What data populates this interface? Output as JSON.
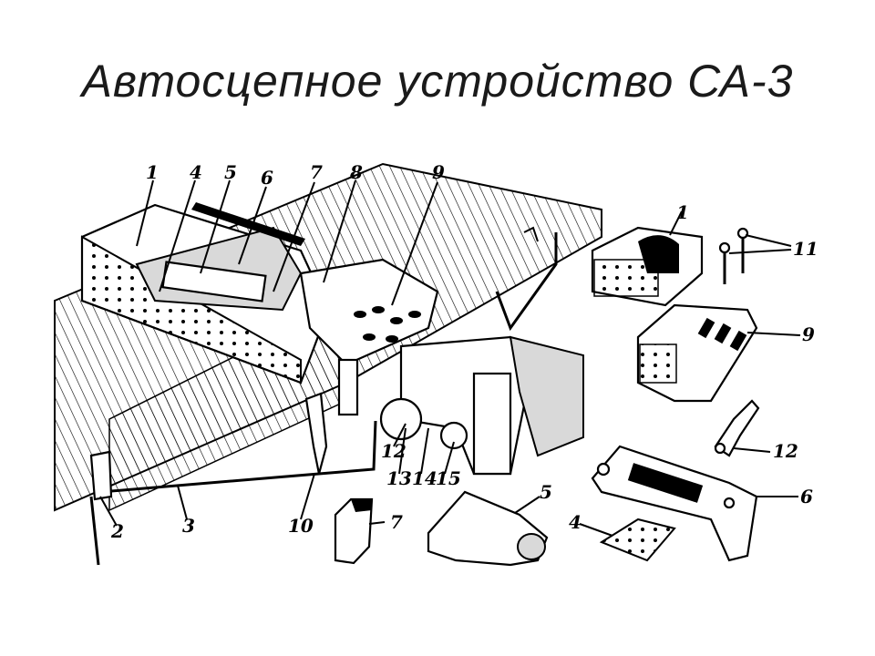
{
  "title": "Автосцепное устройство СА-3",
  "labels": {
    "l1": "1",
    "l4": "4",
    "l5": "5",
    "l6": "6",
    "l7": "7",
    "l8": "8",
    "l9": "9",
    "r1": "1",
    "r11": "11",
    "r9": "9",
    "r12": "12",
    "r6": "6",
    "b2": "2",
    "b3": "3",
    "b10": "10",
    "b7": "7",
    "b5": "5",
    "b4": "4",
    "m12": "12",
    "m13": "13",
    "m14": "14",
    "m15": "15"
  }
}
